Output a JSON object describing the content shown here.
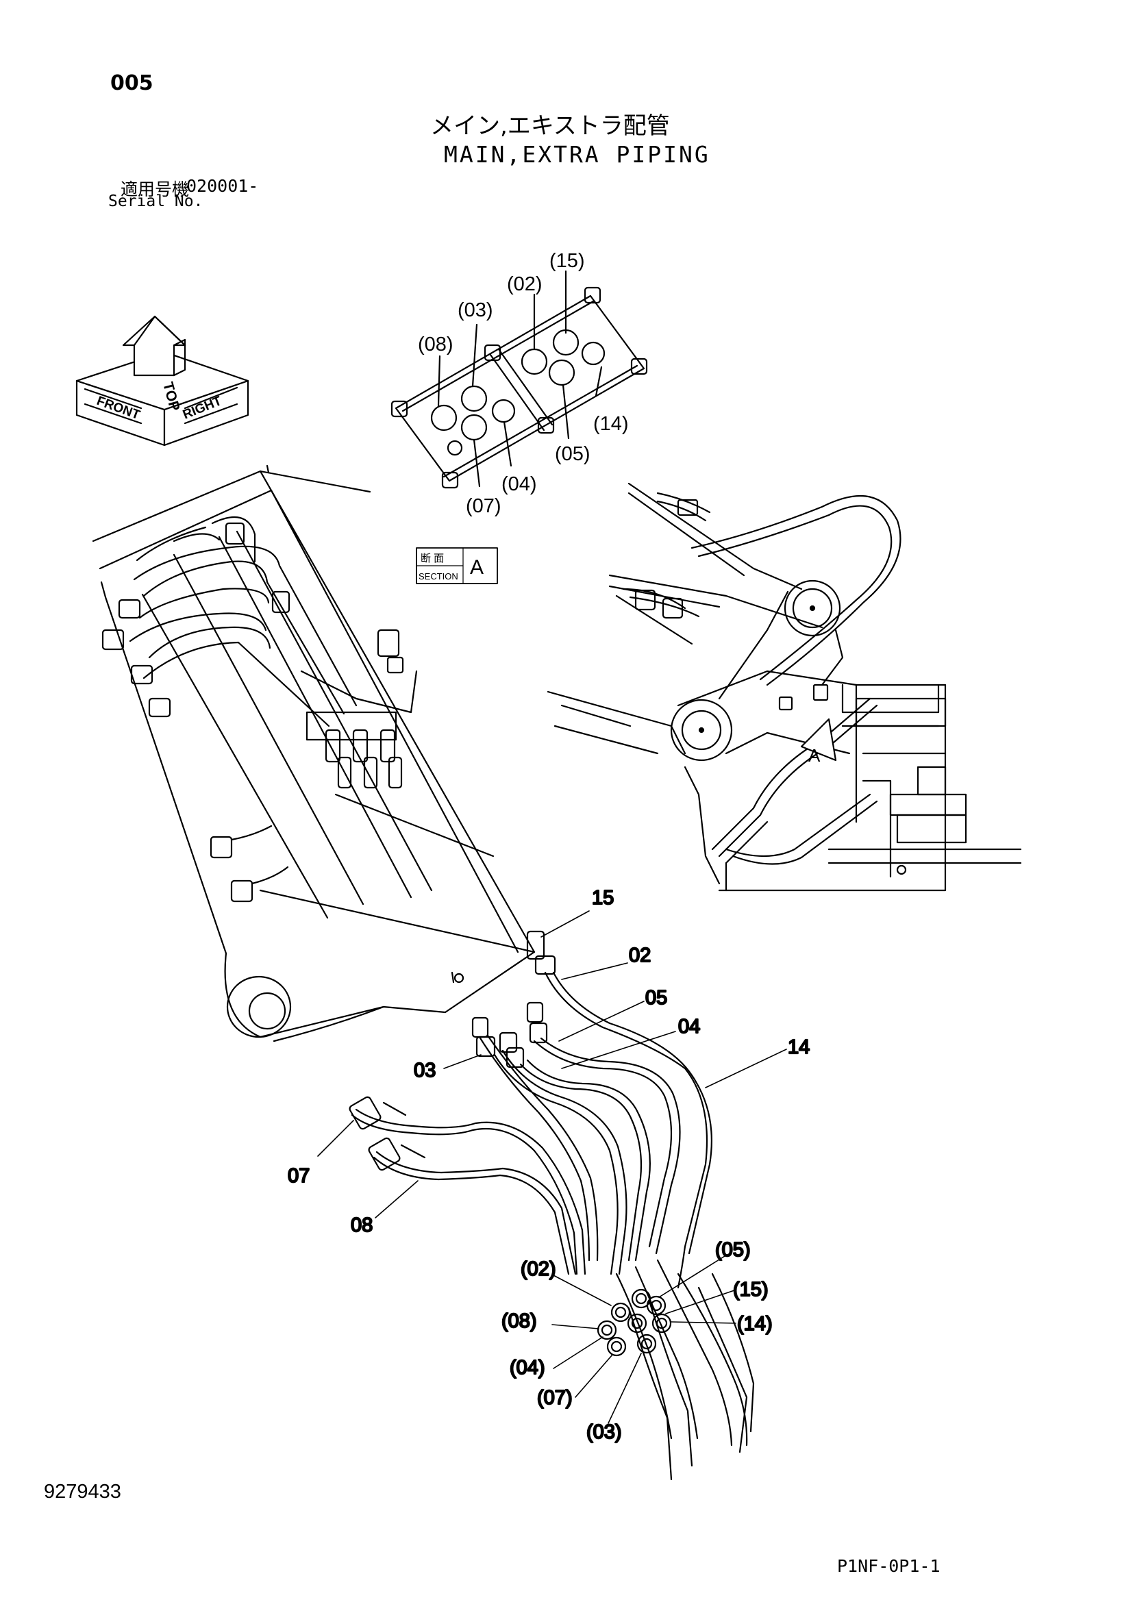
{
  "header": {
    "page_number": "005",
    "title_jp": "メイン,エキストラ配管",
    "title_en": "MAIN,EXTRA PIPING",
    "serial_label_jp": "適用号機",
    "serial_value": "020001-",
    "serial_label_en": "Serial No."
  },
  "orientation_cube": {
    "top": "TOP",
    "front": "FRONT",
    "right": "RIGHT"
  },
  "section_view": {
    "tag_jp": "断 面",
    "tag_en": "SECTION",
    "tag_letter": "A",
    "callouts": [
      "(15)",
      "(02)",
      "(03)",
      "(08)",
      "(14)",
      "(05)",
      "(04)",
      "(07)"
    ]
  },
  "boom_detail": {
    "section_marker": "A"
  },
  "main_callouts": [
    "15",
    "02",
    "05",
    "04",
    "14",
    "03",
    "07",
    "08"
  ],
  "end_view_callouts": [
    "(05)",
    "(02)",
    "(15)",
    "(08)",
    "(14)",
    "(04)",
    "(07)",
    "(03)"
  ],
  "footer": {
    "doc_number": "9279433",
    "sheet_code": "P1NF-0P1-1"
  }
}
